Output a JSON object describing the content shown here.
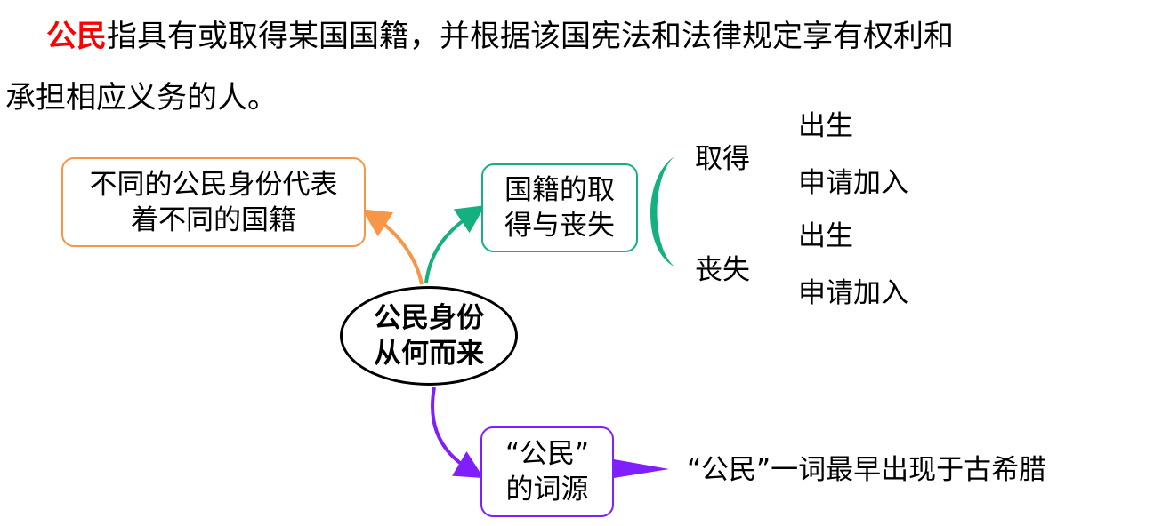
{
  "definition": {
    "term": "公民",
    "line1_rest": "指具有或取得某国国籍，并根据该国宪法和法律规定享有权利和",
    "line2": "承担相应义务的人。"
  },
  "center_node": {
    "line1": "公民身份",
    "line2": "从何而来"
  },
  "branches": {
    "meaning": {
      "line1": "不同的公民身份代表",
      "line2": "着不同的国籍",
      "color": "#f79646"
    },
    "nationality": {
      "line1": "国籍的取",
      "line2": "得与丧失",
      "color": "#14b07f",
      "acquire": {
        "label": "取得",
        "items": [
          "出生",
          "申请加入"
        ]
      },
      "lose": {
        "label": "丧失",
        "items": [
          "出生",
          "申请加入"
        ]
      }
    },
    "etymology": {
      "line1": "“公民”",
      "line2": "的词源",
      "color": "#7f1fff",
      "detail": "“公民”一词最早出现于古希腊"
    }
  }
}
